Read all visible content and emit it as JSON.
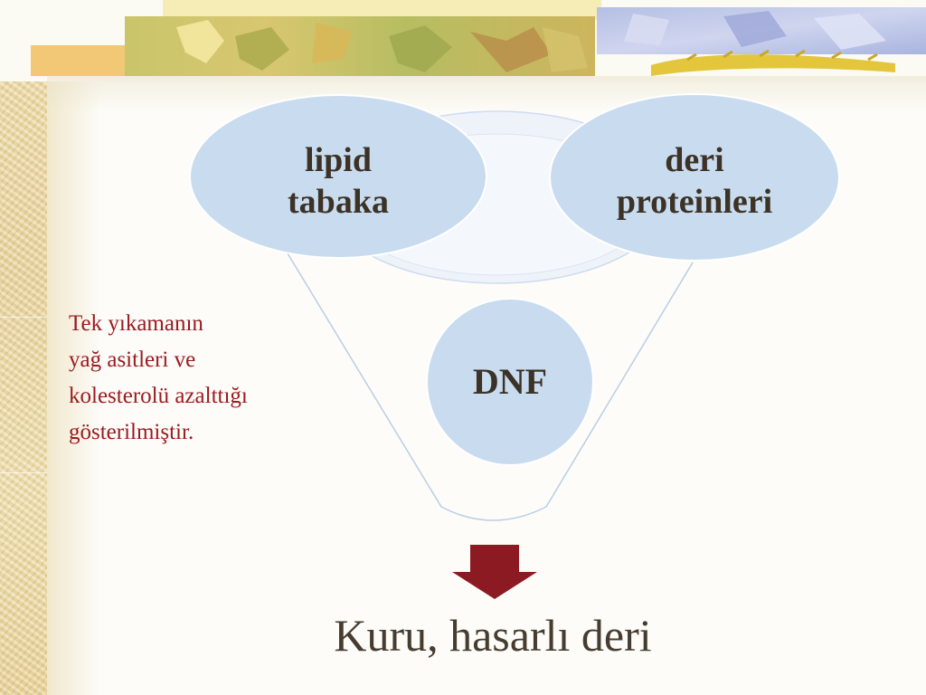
{
  "diagram": {
    "circles": [
      {
        "id": "lipid",
        "lines": [
          "lipid",
          "tabaka"
        ]
      },
      {
        "id": "deri",
        "lines": [
          "deri",
          "proteinleri"
        ]
      },
      {
        "id": "dnf",
        "lines": [
          "DNF"
        ]
      }
    ],
    "note_lines": [
      "Tek yıkamanın",
      "yağ asitleri ve",
      "kolesterolü azalttığı",
      "gösterilmiştir."
    ],
    "result": "Kuru, hasarlı deri",
    "colors": {
      "circle_fill": "#c9dcef",
      "funnel_stroke": "#b9cee6",
      "note_text": "#9b1b22",
      "arrow": "#8b1a22",
      "label_text": "#3c3226"
    }
  }
}
